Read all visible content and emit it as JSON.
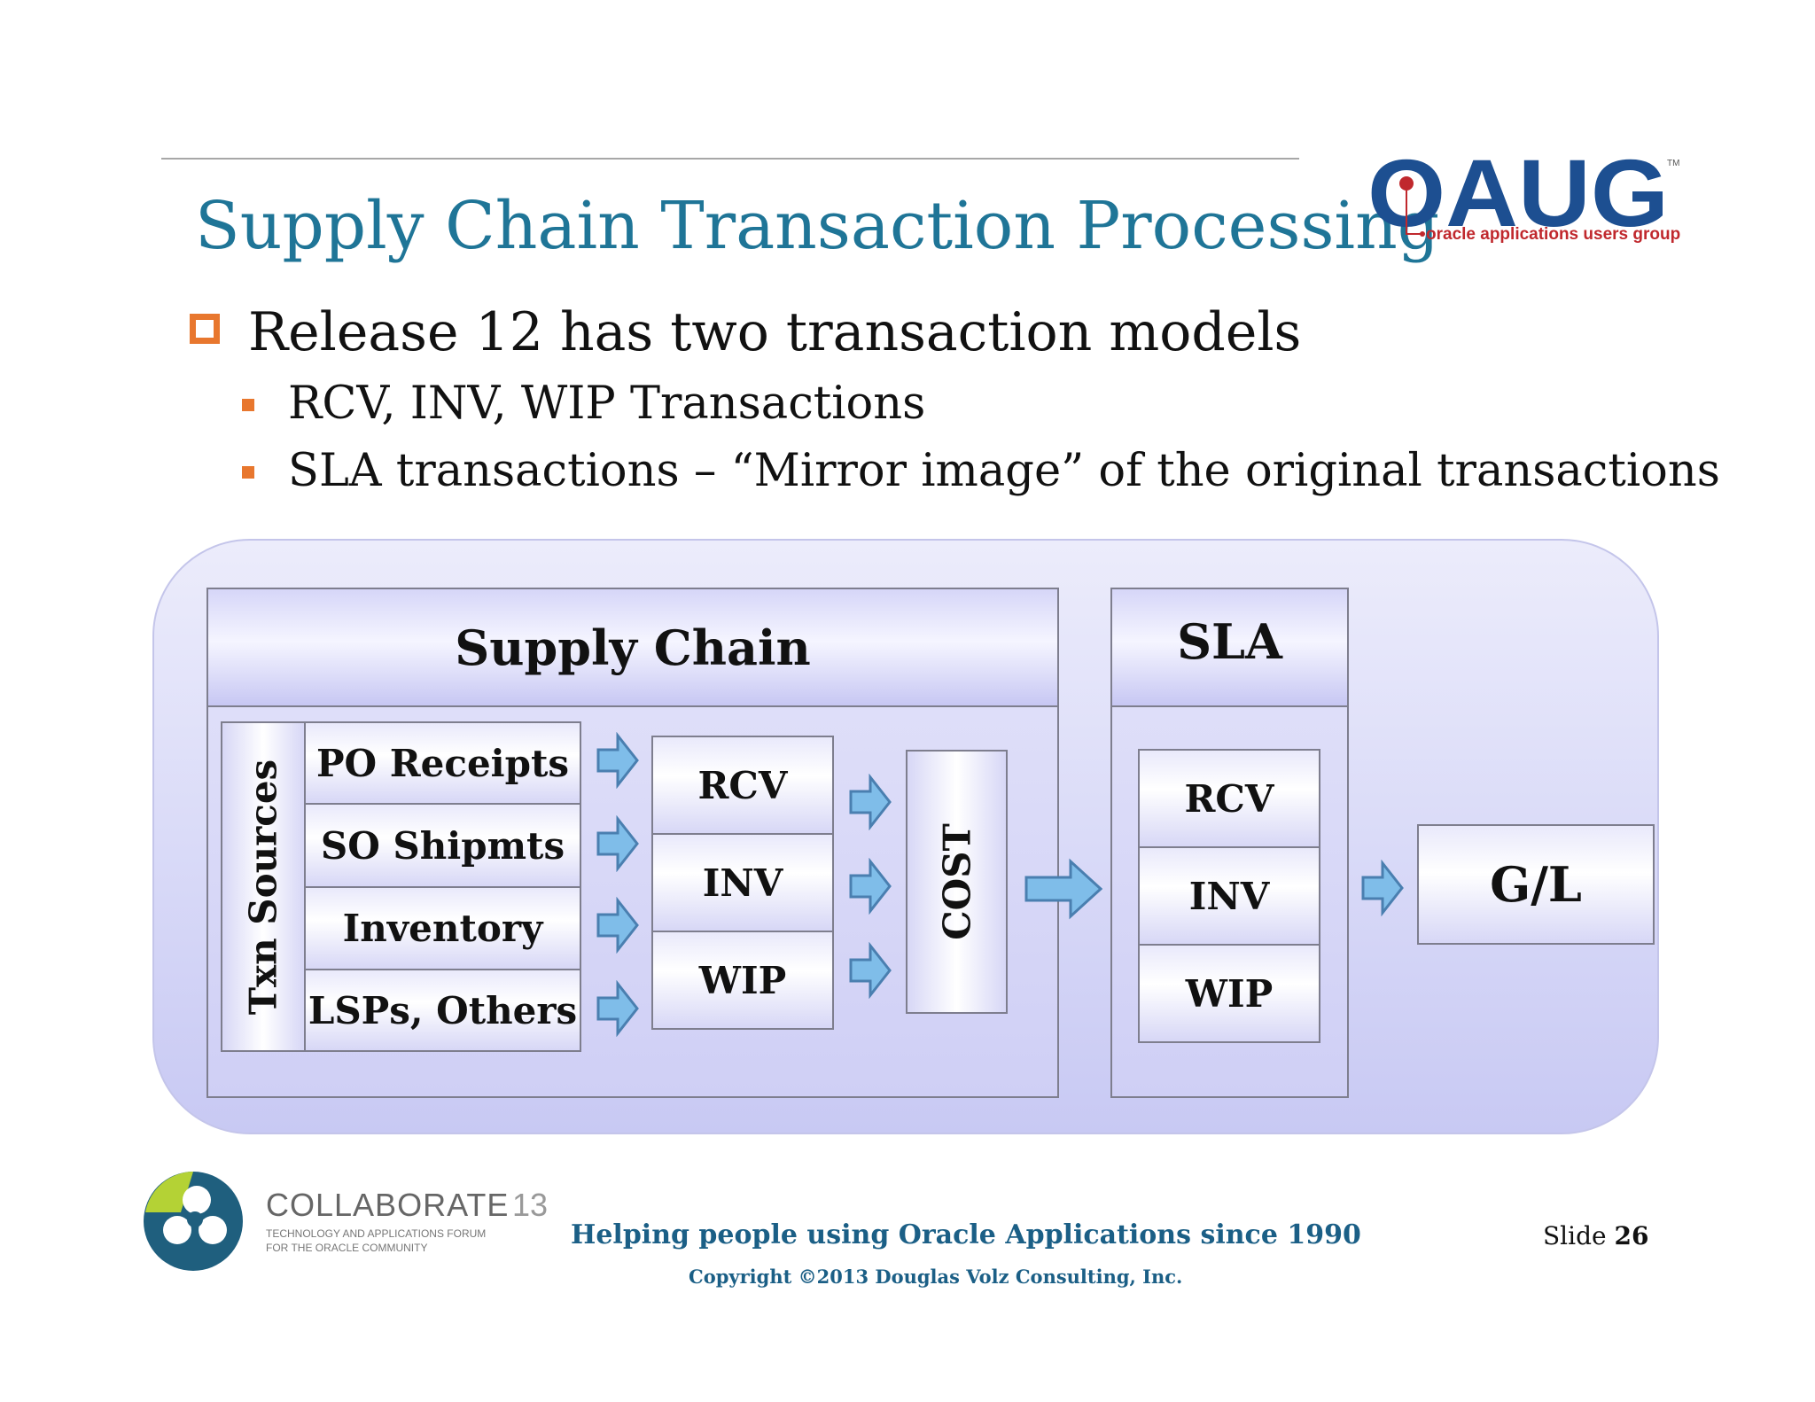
{
  "title": "Supply Chain Transaction Processing",
  "logo": {
    "text": "OAUG",
    "tm": "TM",
    "subtitle": "oracle applications users group"
  },
  "bullets": {
    "main": "Release 12 has two transaction models",
    "sub": [
      "RCV, INV, WIP Transactions",
      "SLA transactions – “Mirror image” of the original transactions"
    ]
  },
  "diagram": {
    "supply_chain_header": "Supply Chain",
    "txn_sources_label": "Txn Sources",
    "sources": [
      "PO Receipts",
      "SO Shipmts",
      "Inventory",
      "LSPs, Others"
    ],
    "modules": [
      "RCV",
      "INV",
      "WIP"
    ],
    "cost_label": "COST",
    "sla_header": "SLA",
    "sla_modules": [
      "RCV",
      "INV",
      "WIP"
    ],
    "gl_label": "G/L"
  },
  "footer": {
    "collaborate_name": "COLLABORATE",
    "collaborate_year": "13",
    "collaborate_line1": "TECHNOLOGY AND APPLICATIONS FORUM",
    "collaborate_line2": "FOR THE ORACLE COMMUNITY",
    "tagline": "Helping people using Oracle Applications since 1990",
    "copyright": "Copyright ©2013 Douglas Volz Consulting, Inc.",
    "slide_label": "Slide",
    "slide_number": "26"
  },
  "colors": {
    "title": "#1f7597",
    "accent_orange": "#e8772e",
    "arrow_fill": "#7fbde9",
    "arrow_stroke": "#4a7fb0",
    "footer_blue": "#1b5f86"
  }
}
